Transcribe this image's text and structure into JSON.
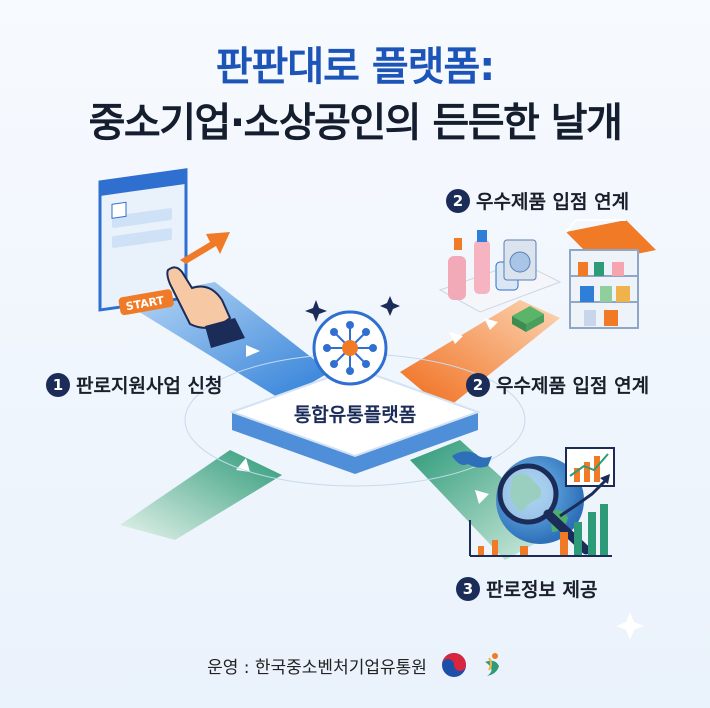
{
  "title": {
    "line1": "판판대로 플랫폼:",
    "line2": "중소기업·소상공인의 든든한 날개"
  },
  "steps": [
    {
      "number": "1",
      "label": "판로지원사업 신청"
    },
    {
      "number": "2",
      "label": "우수제품 입점 연계"
    },
    {
      "number": "2",
      "label": "우수제품 입점 연계"
    },
    {
      "number": "3",
      "label": "판로정보 제공"
    }
  ],
  "hub": {
    "label": "통합유통플랫폼"
  },
  "start_button": {
    "label": "START"
  },
  "footer": {
    "operator": "운영 : 한국중소벤처기업유통원"
  },
  "colors": {
    "title_blue": "#1c54b8",
    "road_blue": "#2f7fd8",
    "road_orange": "#f07a25",
    "road_green": "#2d9a78",
    "badge_navy": "#1b2c59"
  }
}
